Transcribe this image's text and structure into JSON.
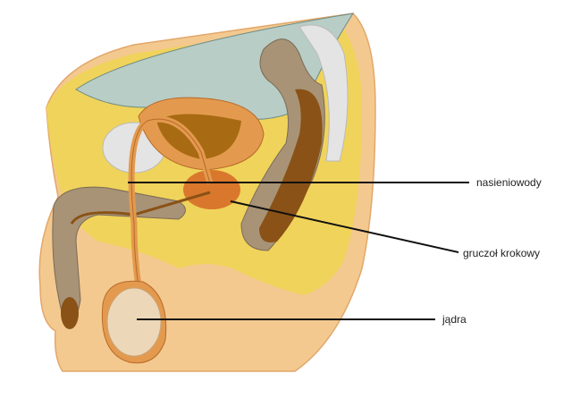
{
  "labels": {
    "vas_deferens": "nasieniowody",
    "prostate": "gruczoł krokowy",
    "testes": "jądra"
  },
  "colors": {
    "skin": "#f3c98f",
    "fat": "#f0d35a",
    "bladder": "#b8cdc6",
    "organ_orange": "#e39a4e",
    "organ_dark": "#8a5216",
    "penis_gray": "#a89377",
    "prostate": "#d9782c",
    "bone": "#e4e4e4",
    "leader_line": "#111111"
  }
}
